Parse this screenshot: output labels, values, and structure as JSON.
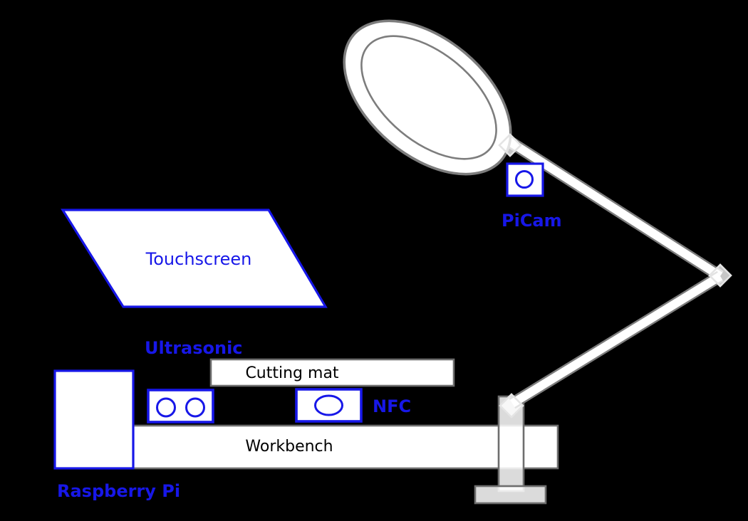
{
  "colors": {
    "background": "#000000",
    "accent_blue": "#1717e8",
    "node_fill": "#ffffff",
    "gray_stroke": "#6e6e6e",
    "lamp_stroke": "#7d7d7d",
    "joint_stroke": "#e4e4e4",
    "text_black": "#000000"
  },
  "nodes": {
    "touchscreen": {
      "label": "Touchscreen"
    },
    "picam": {
      "label": "PiCam"
    },
    "ultrasonic": {
      "label": "Ultrasonic"
    },
    "nfc": {
      "label": "NFC"
    },
    "raspberry_pi": {
      "label": "Raspberry Pi"
    },
    "cutting_mat": {
      "label": "Cutting mat"
    },
    "workbench": {
      "label": "Workbench"
    }
  },
  "icons": {
    "lamp": "magnifier-desk-lamp-icon",
    "picam": "camera-lens-icon",
    "ultrasonic": "dual-transducer-icon",
    "nfc": "nfc-coil-icon"
  }
}
